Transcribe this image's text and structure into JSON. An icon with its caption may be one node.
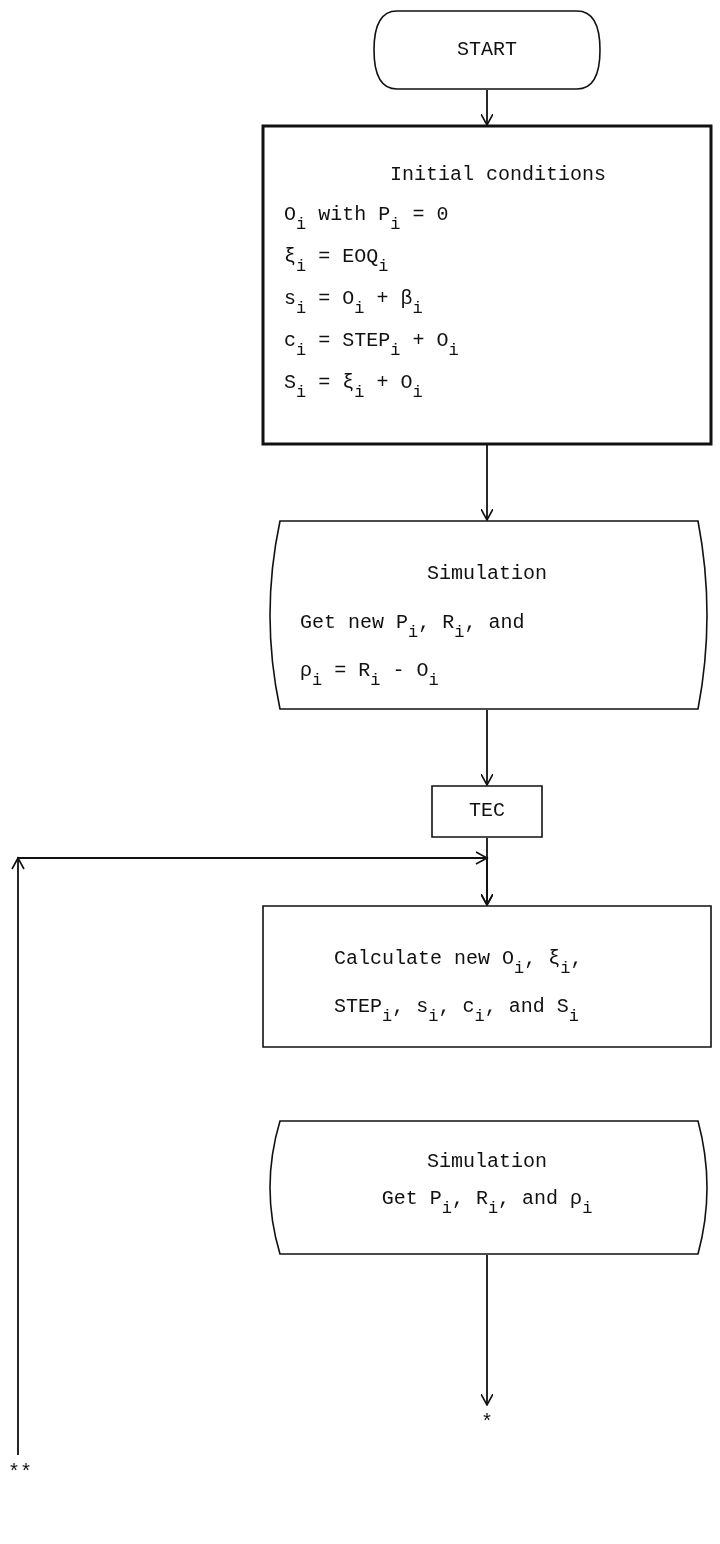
{
  "diagram": {
    "nodes": [
      {
        "text": [
          "START"
        ]
      },
      {
        "text": [
          "Initial conditions",
          "O$_{i}$ with P$_{i}$ = 0",
          "ξ$_{i}$ = EOQ$_{i}$",
          "s$_{i}$ = O$_{i}$ + β$_{i}$",
          "c$_{i}$ = STEP$_{i}$ + O$_{i}$",
          "S$_{i}$ = ξ$_{i}$ + O$_{i}$"
        ]
      },
      {
        "text": [
          "Simulation",
          "Get new P$_{i}$, R$_{i}$, and ρ$_{i}$ = R$_{i}$ - O$_{i}$"
        ]
      },
      {
        "text": [
          "TEC"
        ]
      },
      {
        "text": [
          "Calculate new O$_{i}$, ξ$_{i}$, STEP$_{i}$, s$_{i}$, c$_{i}$, and S$_{i}$"
        ]
      },
      {
        "text": [
          "Simulation",
          "Get P$_{i}$, R$_{i}$, and ρ$_{i}$"
        ]
      },
      {
        "text": [
          "*"
        ]
      },
      {
        "text": [
          "**"
        ]
      }
    ],
    "edges": [
      {
        "from": 0,
        "to": 1,
        "arrow": "to"
      },
      {
        "from": 1,
        "to": 2,
        "arrow": "to"
      },
      {
        "from": 2,
        "to": 3,
        "arrow": "to"
      },
      {
        "from": 3,
        "to": 4,
        "arrow": "to"
      },
      {
        "from": 7,
        "to": 4,
        "arrow": "to"
      },
      {
        "from": 5,
        "to": 6,
        "arrow": "to"
      }
    ]
  }
}
